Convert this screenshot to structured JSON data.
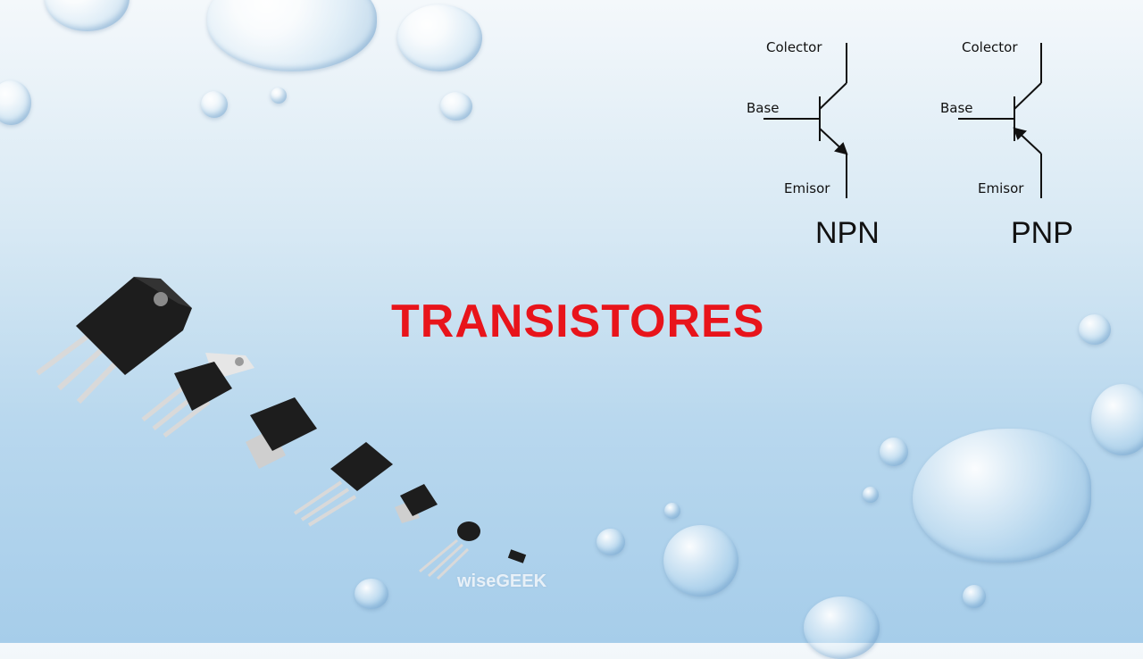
{
  "slide": {
    "title": "TRANSISTORES",
    "watermark": "wiseGEEK"
  },
  "npn": {
    "collector_label": "Colector",
    "base_label": "Base",
    "emitter_label": "Emisor",
    "type_label": "NPN"
  },
  "pnp": {
    "collector_label": "Colector",
    "base_label": "Base",
    "emitter_label": "Emisor",
    "type_label": "PNP"
  },
  "colors": {
    "title": "#e8141b",
    "component_body": "#1d1d1d",
    "component_leads": "#d9d9d9"
  }
}
